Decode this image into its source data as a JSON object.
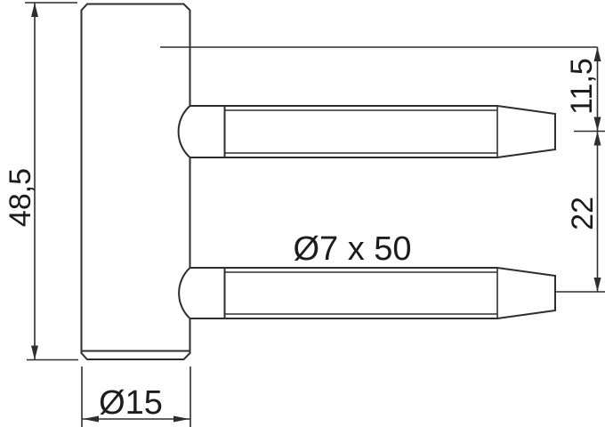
{
  "drawing": {
    "kind": "technical-drawing-hinge-part",
    "colors": {
      "line": "#2e2e2e",
      "background": "#ffffff",
      "text": "#1c1c1c"
    },
    "dimensions": {
      "body_height": {
        "value": "48,5",
        "orientation": "vertical-rotated",
        "measures": "overall height of hinge body"
      },
      "pin_offset": {
        "value": "11,5",
        "orientation": "vertical-rotated",
        "measures": "reference line to first pin center"
      },
      "pin_spacing": {
        "value": "22",
        "orientation": "vertical-rotated",
        "measures": "center distance between pins"
      },
      "pin_size": {
        "value": "Ø7 x 50",
        "orientation": "horizontal",
        "measures": "pin diameter and length"
      },
      "body_diameter": {
        "value": "Ø15",
        "orientation": "horizontal",
        "measures": "hinge body diameter"
      }
    }
  }
}
